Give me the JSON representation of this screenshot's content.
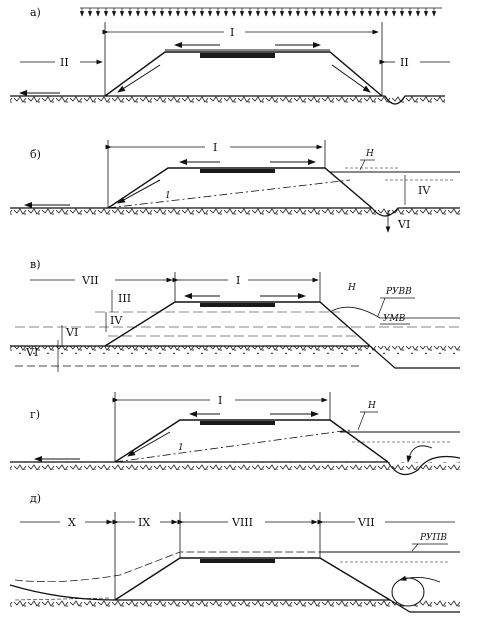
{
  "panels": [
    {
      "id": "a",
      "label": "а)",
      "zones": [
        "I",
        "II",
        "II"
      ],
      "marks": []
    },
    {
      "id": "b",
      "label": "б)",
      "zones": [
        "I",
        "IV",
        "VI"
      ],
      "marks": [
        "Н",
        "1"
      ]
    },
    {
      "id": "v",
      "label": "в)",
      "zones": [
        "VII",
        "I",
        "III",
        "IV",
        "VI",
        "VI"
      ],
      "marks": [
        "Н",
        "РУВВ",
        "УМВ"
      ]
    },
    {
      "id": "g",
      "label": "г)",
      "zones": [
        "I"
      ],
      "marks": [
        "Н",
        "1"
      ]
    },
    {
      "id": "d",
      "label": "д)",
      "zones": [
        "X",
        "IX",
        "VIII",
        "VII"
      ],
      "marks": [
        "РУПВ"
      ]
    }
  ],
  "colors": {
    "ink": "#111111",
    "paper": "#ffffff",
    "black_box": "#1a1a1a"
  }
}
